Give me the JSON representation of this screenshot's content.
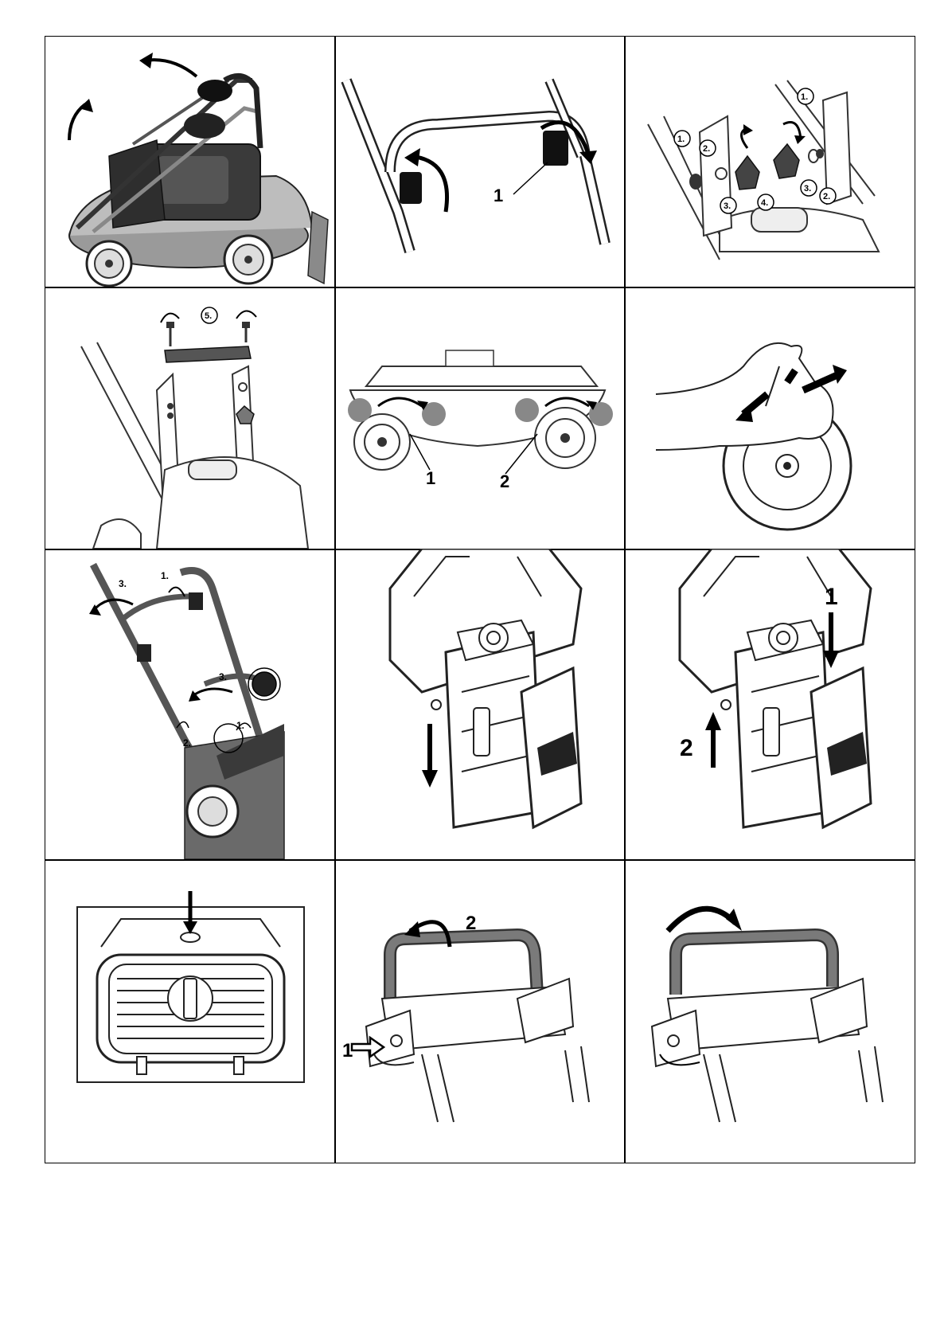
{
  "panels": [
    {
      "id": "r1c1",
      "labels": []
    },
    {
      "id": "r1c2",
      "labels": [
        "1"
      ]
    },
    {
      "id": "r1c3",
      "labels": [
        "1.",
        "1.",
        "2.",
        "2.",
        "3.",
        "3.",
        "4."
      ]
    },
    {
      "id": "r2c1",
      "labels": [
        "5."
      ]
    },
    {
      "id": "r2c2",
      "labels": [
        "1",
        "2"
      ]
    },
    {
      "id": "r2c3",
      "labels": []
    },
    {
      "id": "r3c1",
      "labels": [
        "1.",
        "3.",
        "3.",
        "2.",
        "1."
      ]
    },
    {
      "id": "r3c2",
      "labels": []
    },
    {
      "id": "r3c3",
      "labels": [
        "1",
        "2"
      ]
    },
    {
      "id": "r4c1",
      "labels": []
    },
    {
      "id": "r4c2",
      "labels": [
        "2",
        "1"
      ]
    },
    {
      "id": "r4c3",
      "labels": []
    }
  ],
  "colors": {
    "ink": "#000000",
    "dark_gray": "#3a3a3a",
    "mid_gray": "#8a8a8a",
    "light_gray": "#cfcfcf",
    "handle_gray": "#7a7a7a"
  }
}
